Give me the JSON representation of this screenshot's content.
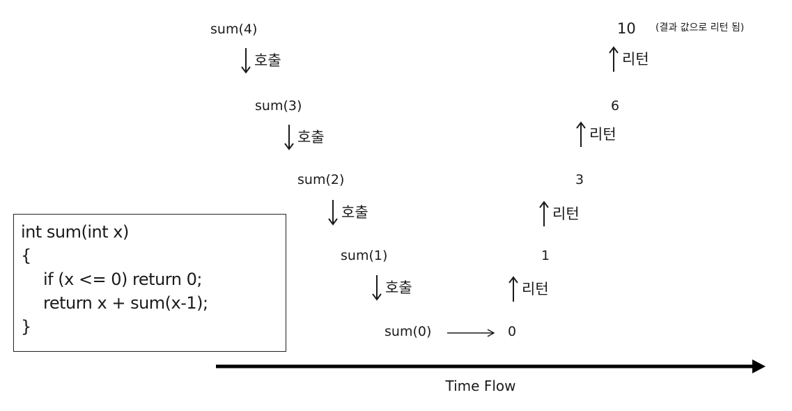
{
  "calls": [
    {
      "label": "sum(4)"
    },
    {
      "label": "sum(3)"
    },
    {
      "label": "sum(2)"
    },
    {
      "label": "sum(1)"
    },
    {
      "label": "sum(0)"
    }
  ],
  "call_label": "호출",
  "return_label": "리턴",
  "returns": [
    {
      "value": "0"
    },
    {
      "value": "1"
    },
    {
      "value": "3"
    },
    {
      "value": "6"
    },
    {
      "value": "10"
    }
  ],
  "final_note": "(결과 값으로 리턴 됨)",
  "code": {
    "line1": "int sum(int x)",
    "line2": "{",
    "line3": "if (x <= 0) return 0;",
    "line4": "return x + sum(x-1);",
    "line5": "}"
  },
  "time_axis": {
    "label": "Time Flow"
  }
}
